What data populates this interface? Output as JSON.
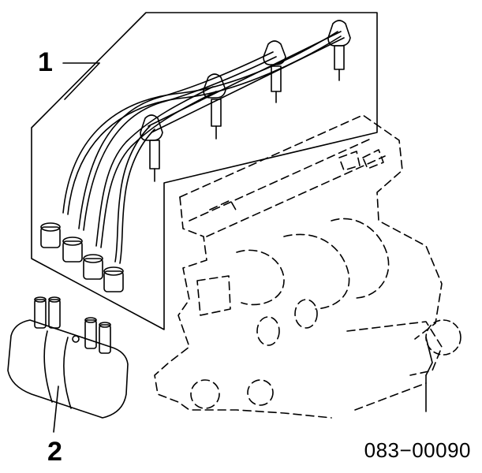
{
  "diagram": {
    "callouts": [
      {
        "label": "1"
      },
      {
        "label": "2"
      }
    ],
    "part_code": "083−00090",
    "colors": {
      "line": "#000000",
      "background": "#ffffff"
    }
  }
}
